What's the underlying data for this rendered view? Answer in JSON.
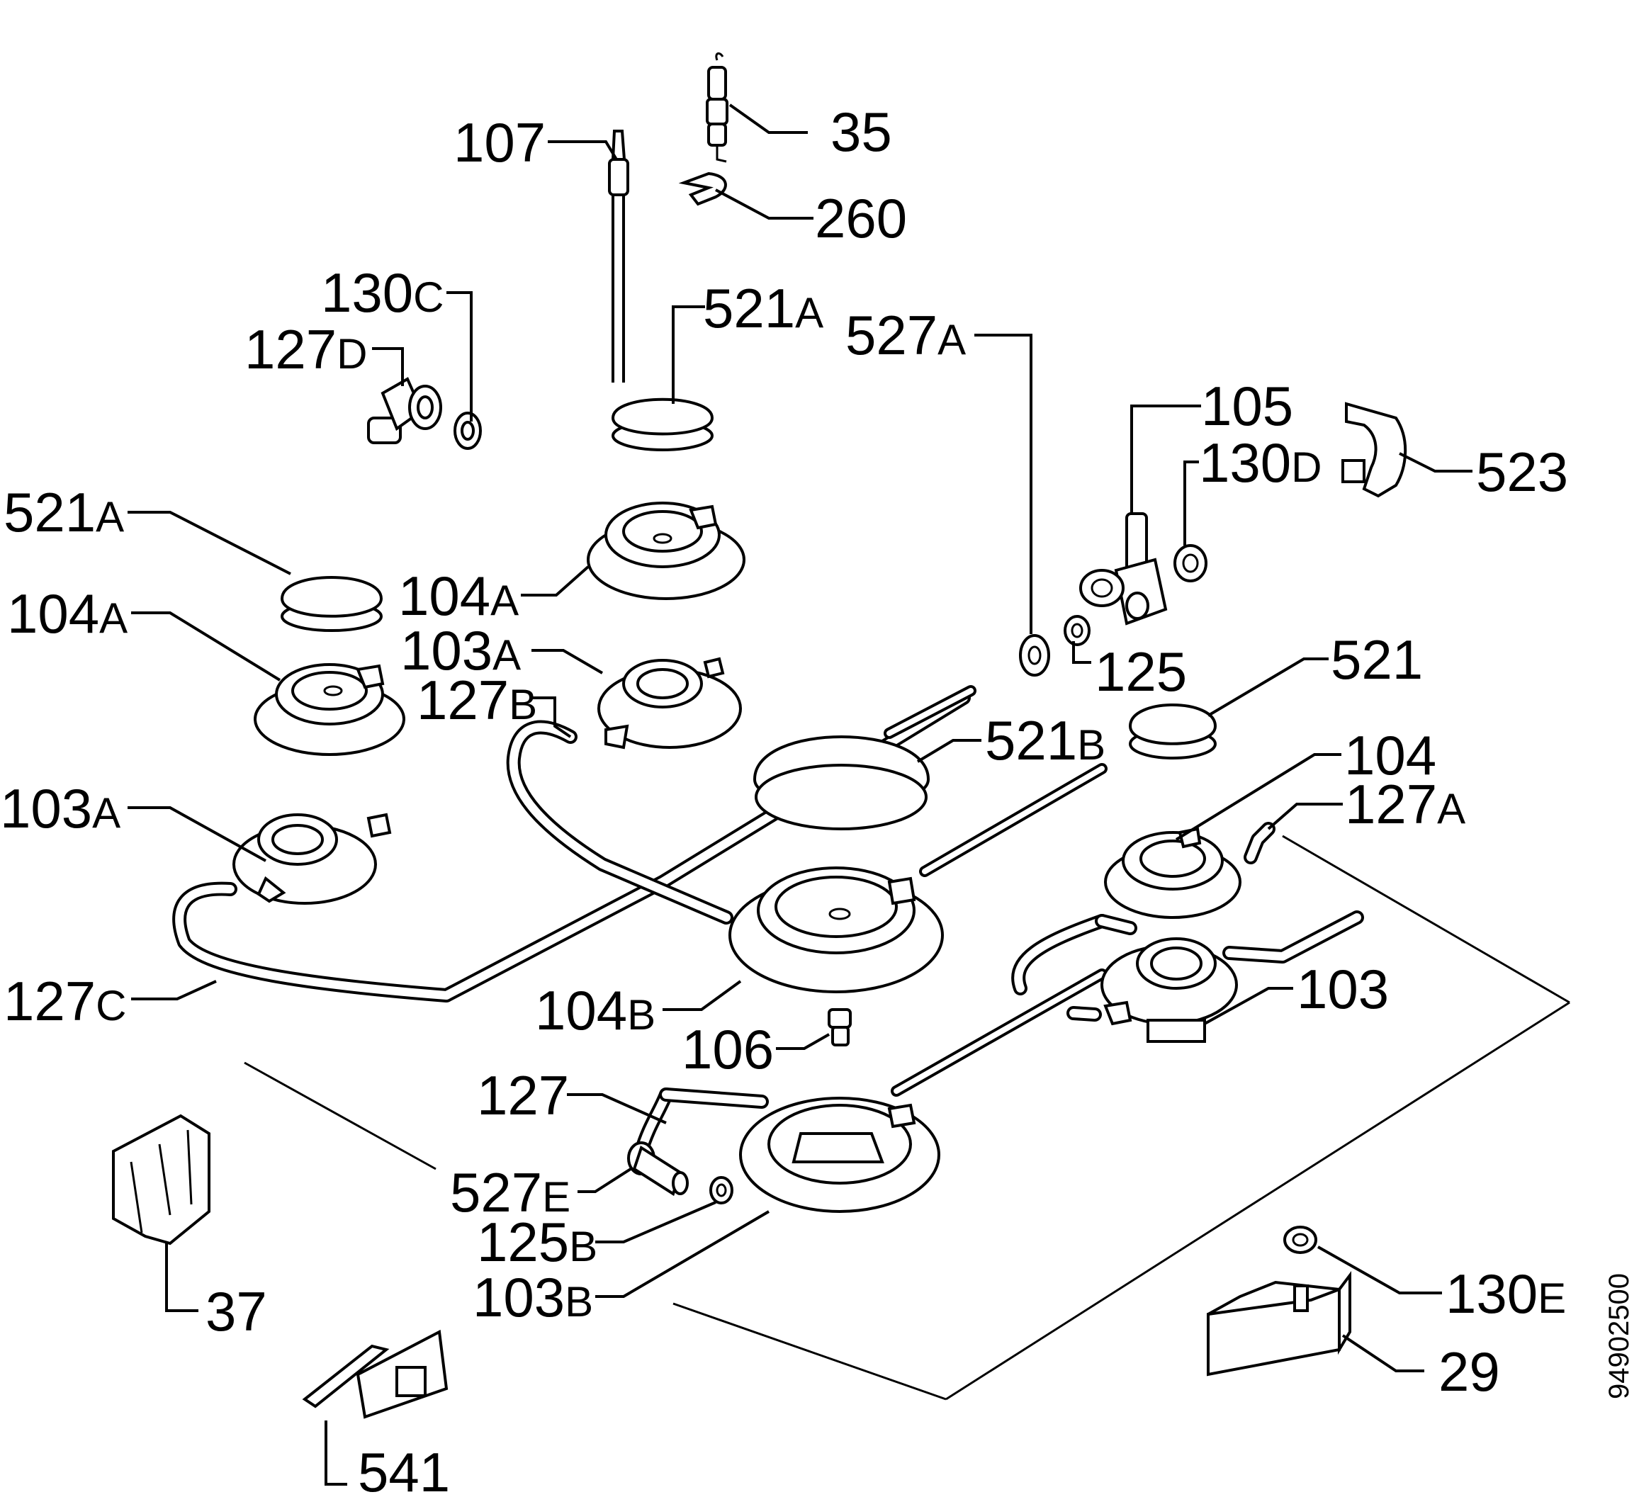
{
  "diagram": {
    "side_code": "94902500",
    "callouts": [
      {
        "id": "c35",
        "num": "35",
        "suffix": ""
      },
      {
        "id": "c107",
        "num": "107",
        "suffix": ""
      },
      {
        "id": "c260",
        "num": "260",
        "suffix": ""
      },
      {
        "id": "c130c",
        "num": "130",
        "suffix": "C"
      },
      {
        "id": "c127d",
        "num": "127",
        "suffix": "D"
      },
      {
        "id": "c521a_top",
        "num": "521",
        "suffix": "A"
      },
      {
        "id": "c527a",
        "num": "527",
        "suffix": "A"
      },
      {
        "id": "c105",
        "num": "105",
        "suffix": ""
      },
      {
        "id": "c130d",
        "num": "130",
        "suffix": "D"
      },
      {
        "id": "c523",
        "num": "523",
        "suffix": ""
      },
      {
        "id": "c521a_left",
        "num": "521",
        "suffix": "A"
      },
      {
        "id": "c104a_mid",
        "num": "104",
        "suffix": "A"
      },
      {
        "id": "c104a_left",
        "num": "104",
        "suffix": "A"
      },
      {
        "id": "c103a_mid",
        "num": "103",
        "suffix": "A"
      },
      {
        "id": "c125",
        "num": "125",
        "suffix": ""
      },
      {
        "id": "c127b",
        "num": "127",
        "suffix": "B"
      },
      {
        "id": "c521",
        "num": "521",
        "suffix": ""
      },
      {
        "id": "c521b",
        "num": "521",
        "suffix": "B"
      },
      {
        "id": "c104",
        "num": "104",
        "suffix": ""
      },
      {
        "id": "c103a_left",
        "num": "103",
        "suffix": "A"
      },
      {
        "id": "c127a",
        "num": "127",
        "suffix": "A"
      },
      {
        "id": "c103",
        "num": "103",
        "suffix": ""
      },
      {
        "id": "c127c",
        "num": "127",
        "suffix": "C"
      },
      {
        "id": "c104b",
        "num": "104",
        "suffix": "B"
      },
      {
        "id": "c106",
        "num": "106",
        "suffix": ""
      },
      {
        "id": "c127",
        "num": "127",
        "suffix": ""
      },
      {
        "id": "c527e",
        "num": "527",
        "suffix": "E"
      },
      {
        "id": "c125b",
        "num": "125",
        "suffix": "B"
      },
      {
        "id": "c103b",
        "num": "103",
        "suffix": "B"
      },
      {
        "id": "c130e",
        "num": "130",
        "suffix": "E"
      },
      {
        "id": "c37",
        "num": "37",
        "suffix": ""
      },
      {
        "id": "c29",
        "num": "29",
        "suffix": ""
      },
      {
        "id": "c541",
        "num": "541",
        "suffix": ""
      }
    ]
  }
}
